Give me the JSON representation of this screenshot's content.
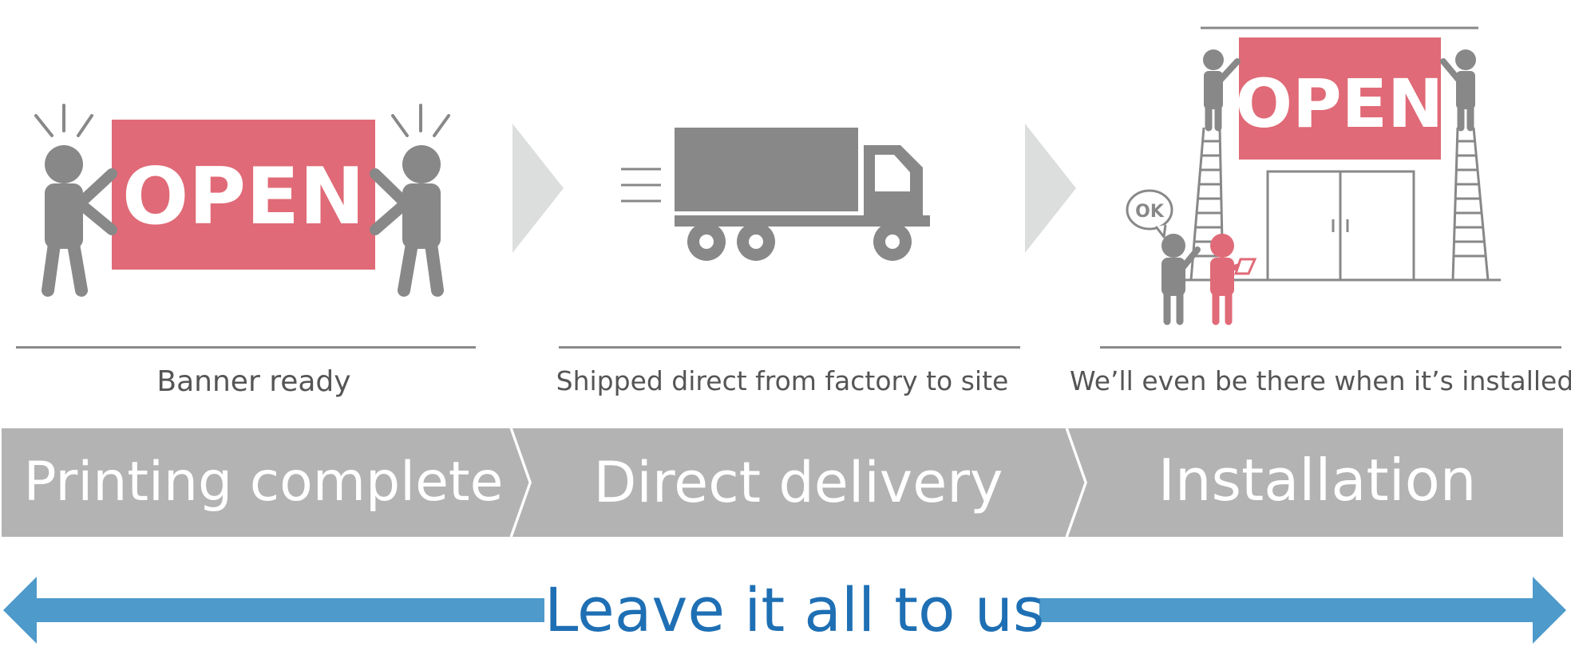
{
  "steps": [
    {
      "caption": "Banner ready",
      "stage": "Printing complete",
      "sign_text": "OPEN"
    },
    {
      "caption": "Shipped direct from factory to site",
      "stage": "Direct delivery"
    },
    {
      "caption": "We’ll even be there when it’s installed",
      "stage": "Installation",
      "sign_text": "OPEN",
      "bubble_text": "OK"
    }
  ],
  "slogan": "Leave it all to us",
  "colors": {
    "sign_red": "#e06a77",
    "figure_gray": "#888888",
    "chevron_gray": "#dcdedd",
    "band_gray": "#b3b3b3",
    "arrow_blue": "#4d9acb",
    "slogan_blue": "#1e6fb4"
  }
}
